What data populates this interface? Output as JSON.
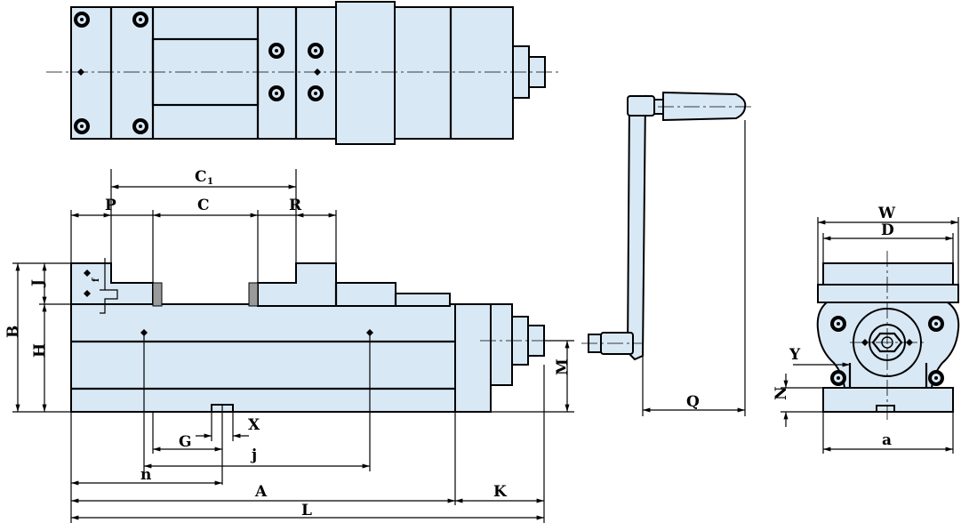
{
  "colors": {
    "body": "#d9e8f5",
    "line": "#000000",
    "insert": "#9a9a9a"
  },
  "labels": {
    "C1": "C",
    "C1_sub": "1",
    "P": "P",
    "C": "C",
    "R": "R",
    "J": "J",
    "f": "f",
    "B": "B",
    "H": "H",
    "M": "M",
    "X": "X",
    "G": "G",
    "j": "j",
    "n": "n",
    "A": "A",
    "K": "K",
    "L": "L",
    "Q": "Q",
    "W": "W",
    "D": "D",
    "Y": "Y",
    "N": "N",
    "a": "a"
  }
}
